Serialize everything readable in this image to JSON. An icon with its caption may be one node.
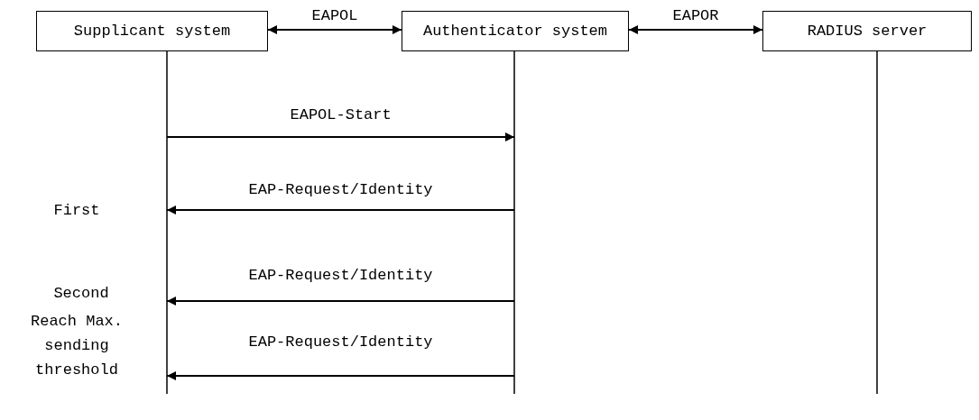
{
  "diagram": {
    "nodes": [
      {
        "text": [
          "Supplicant system"
        ]
      },
      {
        "text": [
          "Authenticator system"
        ]
      },
      {
        "text": [
          "RADIUS server"
        ]
      }
    ],
    "edges": [
      {
        "from": 0,
        "to": 1,
        "arrow": "both",
        "label": "EAPOL"
      },
      {
        "from": 1,
        "to": 2,
        "arrow": "both",
        "label": "EAPOR"
      },
      {
        "from": 0,
        "to": 1,
        "arrow": "to",
        "label": "EAPOL-Start"
      },
      {
        "from": 1,
        "to": 0,
        "arrow": "to",
        "label": "EAP-Request/Identity"
      },
      {
        "from": 1,
        "to": 0,
        "arrow": "to",
        "label": "EAP-Request/Identity"
      },
      {
        "from": 1,
        "to": 0,
        "arrow": "to",
        "label": "EAP-Request/Identity"
      }
    ],
    "labels": [
      "First",
      "Second",
      "Reach Max. sending threshold"
    ]
  }
}
